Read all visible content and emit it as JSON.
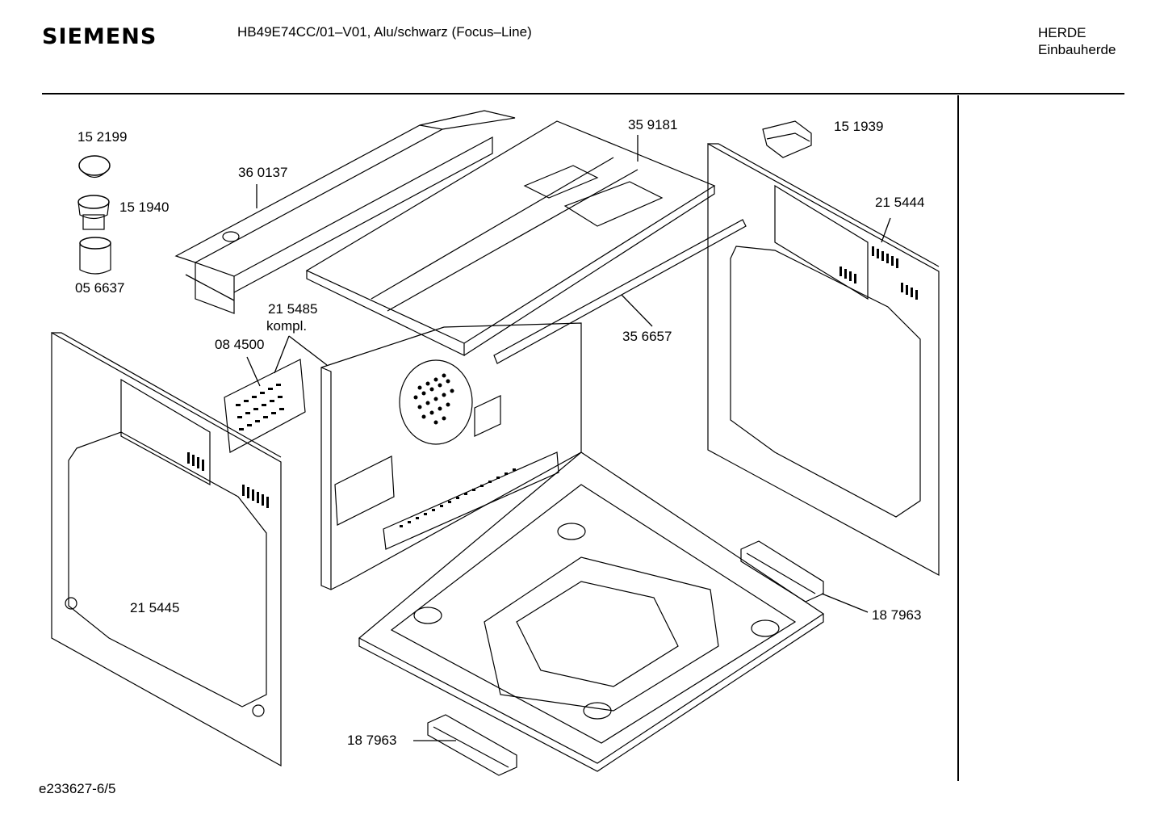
{
  "header": {
    "brand": "SIEMENS",
    "model": "HB49E74CC/01–V01, Alu/schwarz (Focus–Line)",
    "category_line1": "HERDE",
    "category_line2": "Einbauherde"
  },
  "footer": {
    "document_id": "e233627-6/5"
  },
  "parts": [
    {
      "number": "15 2199"
    },
    {
      "number": "15 1940"
    },
    {
      "number": "05 6637"
    },
    {
      "number": "36 0137"
    },
    {
      "number": "35 9181"
    },
    {
      "number": "15 1939"
    },
    {
      "number": "21 5444"
    },
    {
      "number": "21 5485",
      "note": "kompl."
    },
    {
      "number": "08 4500"
    },
    {
      "number": "35 6657"
    },
    {
      "number": "21 5445"
    },
    {
      "number": "18 7963"
    },
    {
      "number": "18 7963"
    }
  ]
}
